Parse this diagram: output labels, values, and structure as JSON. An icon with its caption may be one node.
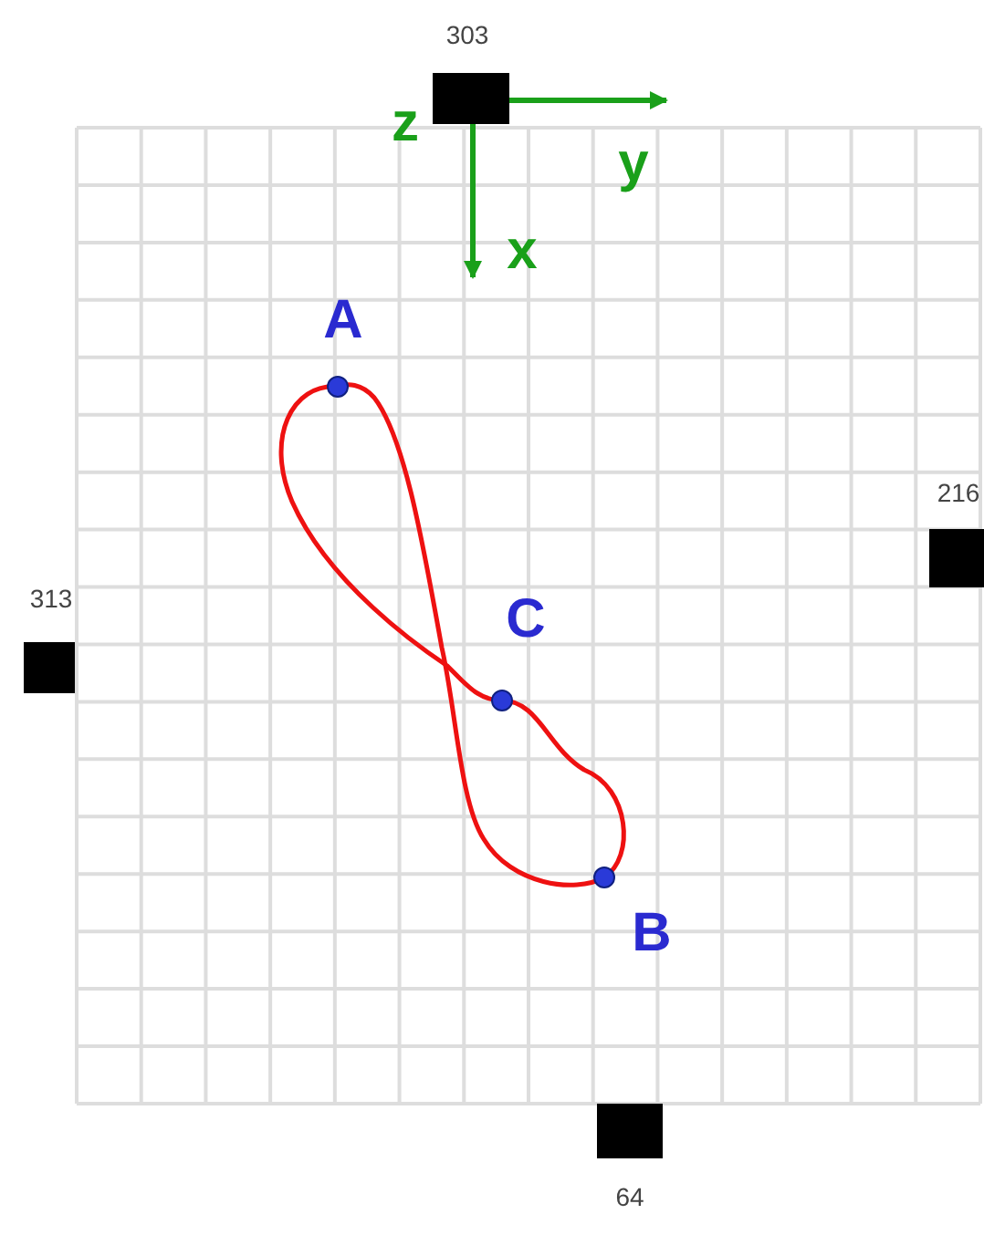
{
  "diagram": {
    "nodes": [
      {
        "text": [],
        "shape": "box",
        "beside": [
          "303"
        ]
      },
      {
        "text": [
          "A"
        ]
      },
      {
        "text": [],
        "shape": "box",
        "beside": [
          "216"
        ]
      },
      {
        "text": [],
        "shape": "box",
        "beside": [
          "313"
        ]
      },
      {
        "text": [
          "C"
        ]
      },
      {
        "text": [
          "B"
        ]
      },
      {
        "text": [],
        "shape": "box",
        "beside": [
          "64"
        ]
      }
    ],
    "edges": [
      {
        "from": 1,
        "to": 4,
        "arrow": "none"
      },
      {
        "from": 4,
        "to": 5,
        "arrow": "none"
      },
      {
        "from": 5,
        "to": 1,
        "arrow": "none"
      }
    ],
    "labels": [
      "z",
      "y",
      "x"
    ]
  }
}
